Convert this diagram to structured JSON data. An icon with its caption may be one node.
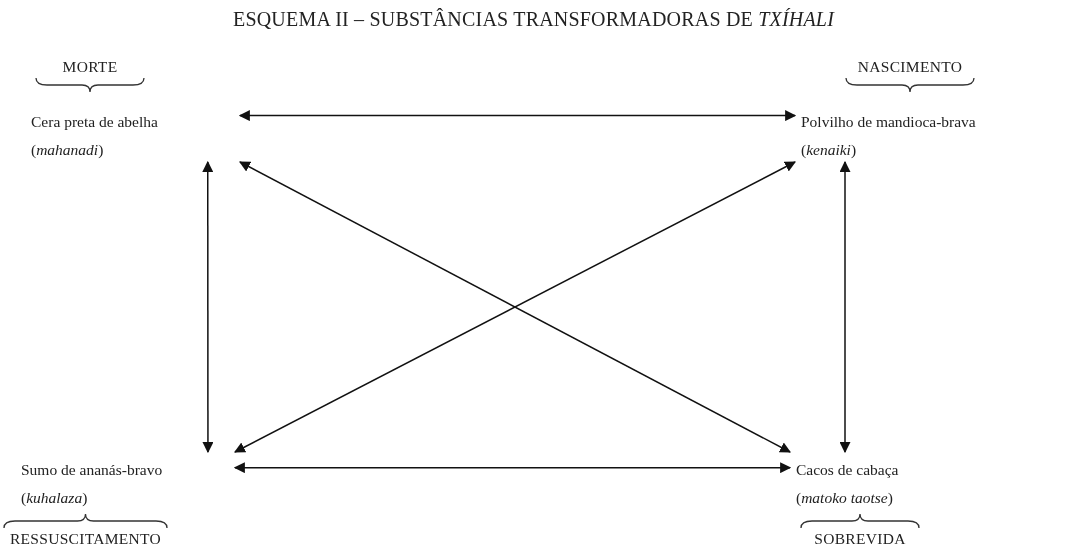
{
  "diagram": {
    "title": "ESQUEMA II – SUBSTÂNCIAS TRANSFORMADORAS DE *TXÍHALI*",
    "nodes": [
      {
        "text": [
          "Cera preta de abelha",
          "(*mahanadi*)"
        ],
        "beside": [
          "MORTE"
        ]
      },
      {
        "text": [
          "Polvilho de mandioca-brava",
          "(*kenaiki*)"
        ],
        "beside": [
          "NASCIMENTO"
        ]
      },
      {
        "text": [
          "Sumo de ananás-bravo",
          "(*kuhalaza*)"
        ],
        "beside": [
          "RESSUSCITAMENTO"
        ]
      },
      {
        "text": [
          "Cacos de cabaça",
          "(*matoko taotse*)"
        ],
        "beside": [
          "SOBREVIDA"
        ]
      }
    ],
    "edges": [
      {
        "from": 0,
        "to": 1,
        "arrow": "both"
      },
      {
        "from": 0,
        "to": 2,
        "arrow": "both"
      },
      {
        "from": 0,
        "to": 3,
        "arrow": "both"
      },
      {
        "from": 1,
        "to": 2,
        "arrow": "both"
      },
      {
        "from": 1,
        "to": 3,
        "arrow": "both"
      },
      {
        "from": 2,
        "to": 3,
        "arrow": "both"
      }
    ]
  }
}
